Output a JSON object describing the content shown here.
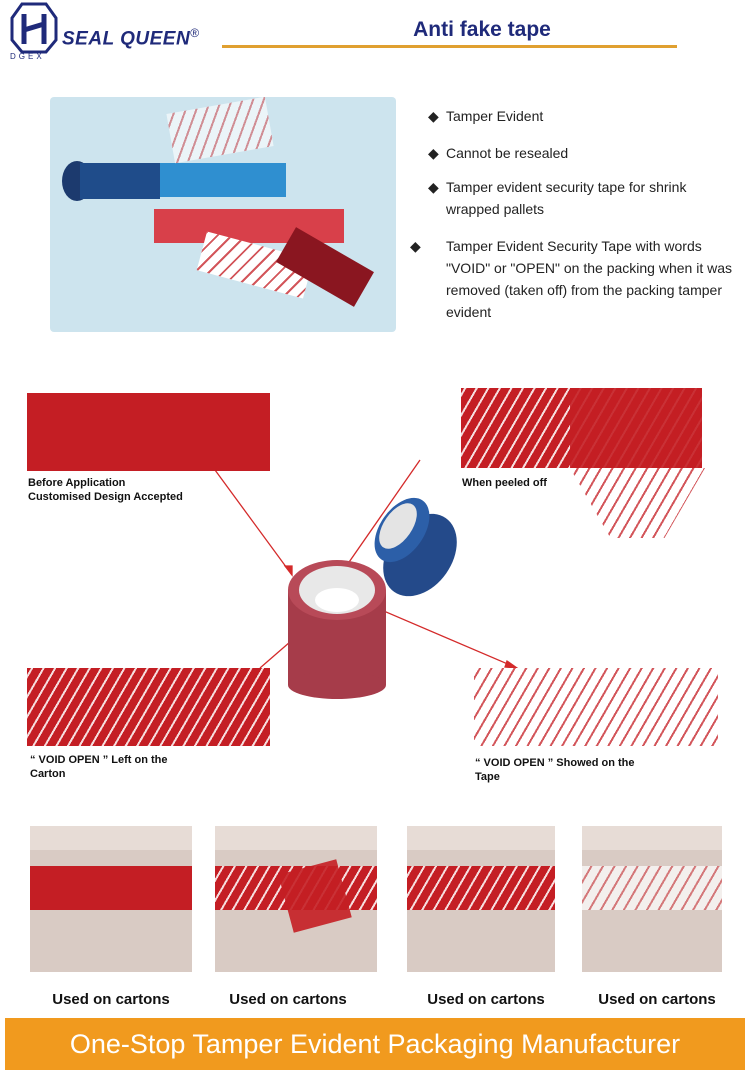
{
  "header": {
    "brand": "SEAL QUEEN",
    "registered": "®",
    "brand_sub": "DGEX",
    "title": "Anti fake tape"
  },
  "features": [
    {
      "icon": "diamond-bullet-icon",
      "text": "Tamper Evident"
    },
    {
      "icon": "diamond-bullet-icon",
      "text": "Cannot be resealed"
    },
    {
      "icon": "diamond-bullet-icon",
      "text": "Tamper evident security tape for shrink wrapped pallets"
    },
    {
      "icon": "diamond-bullet-icon",
      "text": "Tamper Evident Security Tape with words \"VOID\" or \"OPEN\" on the packing when it was removed (taken off) from the packing tamper evident"
    }
  ],
  "diagram": {
    "before_line1": "Before Application",
    "before_line2": "Customised Design Accepted",
    "peeled": "When peeled off",
    "carton_line1": "“ VOID OPEN ”  Left on the",
    "carton_line2": "Carton",
    "tape_line1": "“ VOID OPEN ” Showed on the",
    "tape_line2": "Tape",
    "accent": "#c41e24"
  },
  "cartons": [
    {
      "label": "Used on cartons"
    },
    {
      "label": "Used on cartons"
    },
    {
      "label": "Used on cartons"
    },
    {
      "label": "Used on cartons"
    }
  ],
  "banner": {
    "text": "One-Stop Tamper Evident Packaging Manufacturer",
    "color": "#f19a1e"
  }
}
